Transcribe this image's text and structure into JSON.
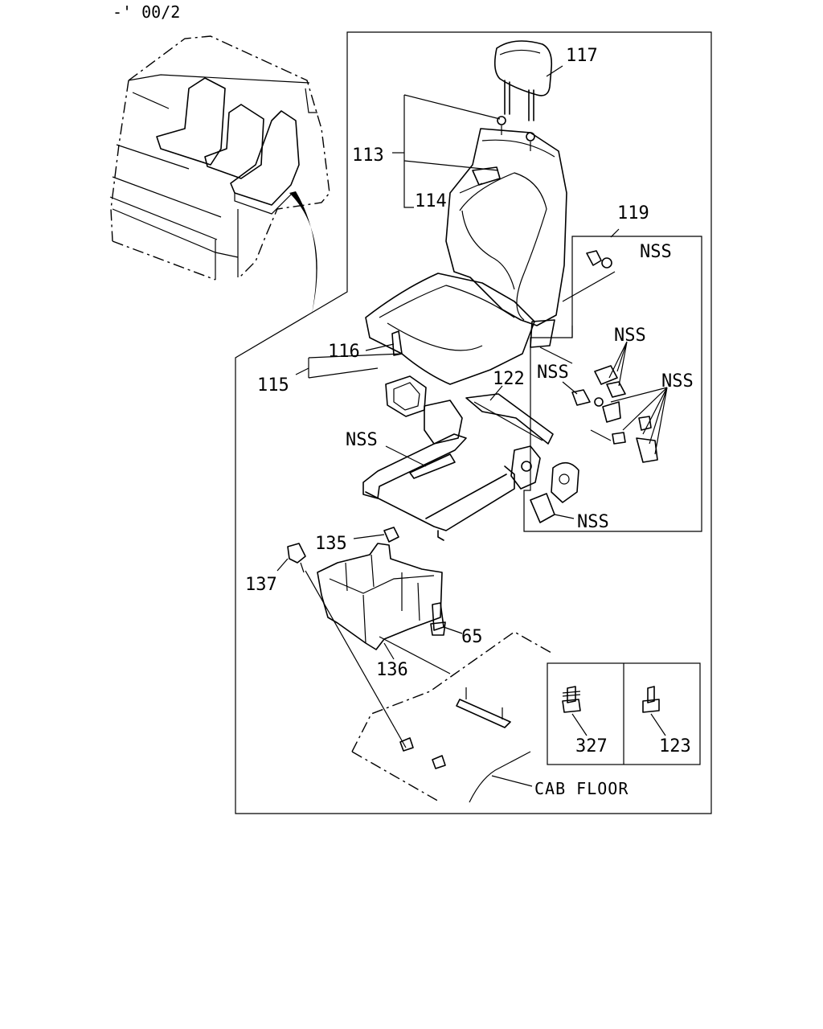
{
  "header": {
    "code": "-' 00/2"
  },
  "callouts": {
    "p117": "117",
    "p113": "113",
    "p114": "114",
    "p119": "119",
    "p116": "116",
    "p115": "115",
    "p122": "122",
    "p135": "135",
    "p137": "137",
    "p65": "65",
    "p136": "136",
    "p327": "327",
    "p123": "123",
    "nss_1": "NSS",
    "nss_2": "NSS",
    "nss_3": "NSS",
    "nss_4": "NSS",
    "nss_5": "NSS",
    "nss_6": "NSS"
  },
  "labels": {
    "cab_floor": "CAB FLOOR"
  }
}
